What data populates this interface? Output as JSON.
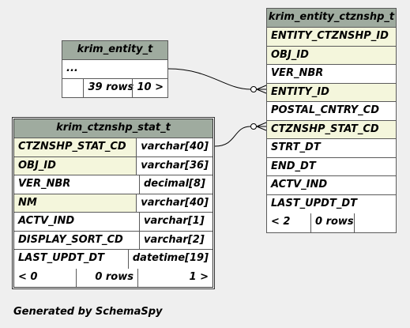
{
  "entity_table": {
    "title": "krim_entity_t",
    "rows": [
      "..."
    ],
    "footer": {
      "rows": "39 rows",
      "next": "10 >"
    }
  },
  "stat_table": {
    "title": "krim_ctznshp_stat_t",
    "columns": [
      {
        "name": "CTZNSHP_STAT_CD",
        "type": "varchar[40]",
        "key": true
      },
      {
        "name": "OBJ_ID",
        "type": "varchar[36]",
        "key": true
      },
      {
        "name": "VER_NBR",
        "type": "decimal[8]",
        "key": false
      },
      {
        "name": "NM",
        "type": "varchar[40]",
        "key": true
      },
      {
        "name": "ACTV_IND",
        "type": "varchar[1]",
        "key": false
      },
      {
        "name": "DISPLAY_SORT_CD",
        "type": "varchar[2]",
        "key": false
      },
      {
        "name": "LAST_UPDT_DT",
        "type": "datetime[19]",
        "key": false
      }
    ],
    "footer": {
      "prev": "< 0",
      "rows": "0 rows",
      "next": "1 >"
    }
  },
  "ctznshp_table": {
    "title": "krim_entity_ctznshp_t",
    "columns": [
      {
        "name": "ENTITY_CTZNSHP_ID",
        "key": true
      },
      {
        "name": "OBJ_ID",
        "key": true
      },
      {
        "name": "VER_NBR",
        "key": false
      },
      {
        "name": "ENTITY_ID",
        "key": true
      },
      {
        "name": "POSTAL_CNTRY_CD",
        "key": false
      },
      {
        "name": "CTZNSHP_STAT_CD",
        "key": true
      },
      {
        "name": "STRT_DT",
        "key": false
      },
      {
        "name": "END_DT",
        "key": false
      },
      {
        "name": "ACTV_IND",
        "key": false
      },
      {
        "name": "LAST_UPDT_DT",
        "key": false
      }
    ],
    "footer": {
      "prev": "< 2",
      "rows": "0 rows"
    }
  },
  "generated_by": "Generated by SchemaSpy",
  "colors": {
    "title_bg": "#9fab9f",
    "key_bg": "#f4f6dc",
    "background": "#efefef"
  }
}
